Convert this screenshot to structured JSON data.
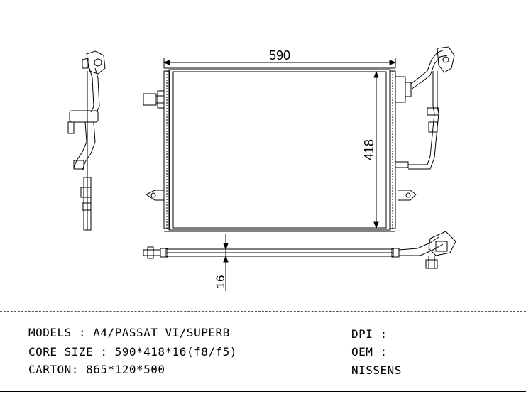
{
  "dimensions": {
    "width": "590",
    "height": "418",
    "thickness": "16"
  },
  "specs": {
    "models_label": "MODELS",
    "models_value": "A4/PASSAT VI/SUPERB",
    "core_label": "CORE SIZE",
    "core_value": "590*418*16(f8/f5)",
    "carton_label": "CARTON:",
    "carton_value": "865*120*500"
  },
  "refs": {
    "dpi_label": "DPI",
    "oem_label": "OEM",
    "brand": "NISSENS"
  }
}
